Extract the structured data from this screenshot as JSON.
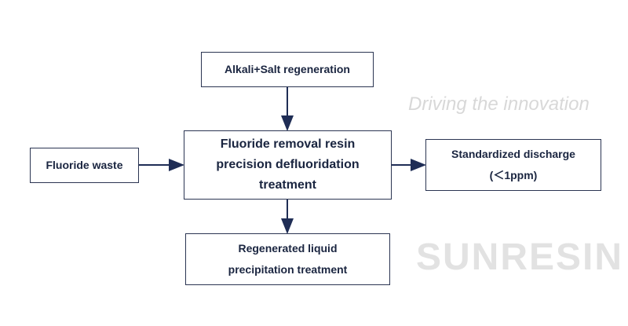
{
  "watermark": {
    "tagline": "Driving the innovation",
    "brand": "SUNRESIN"
  },
  "nodes": {
    "regeneration": "Alkali+Salt regeneration",
    "input": "Fluoride waste",
    "main_line1": "Fluoride removal resin",
    "main_line2": "precision defluoridation",
    "main_line3": "treatment",
    "output_line1": "Standardized discharge",
    "output_line2": "(＜1ppm)",
    "byproduct_line1": "Regenerated liquid",
    "byproduct_line2": "precipitation treatment"
  },
  "colors": {
    "line": "#1f2d55",
    "text": "#1a2540"
  }
}
